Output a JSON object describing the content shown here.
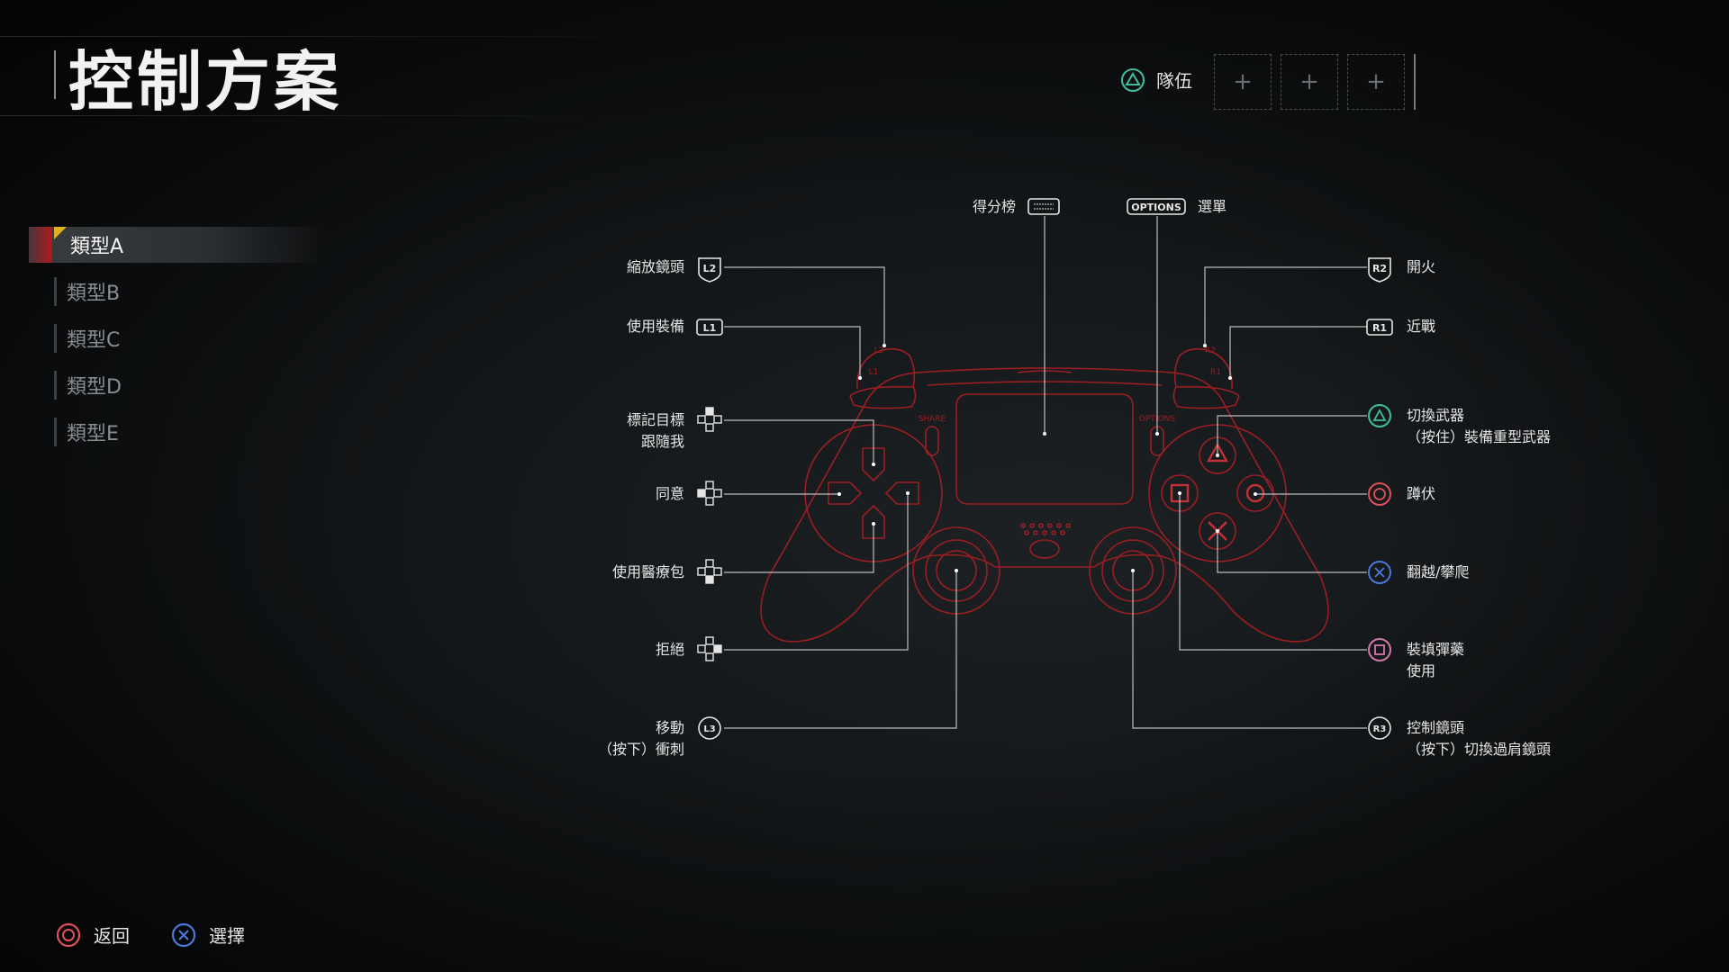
{
  "header": {
    "title": "控制方案"
  },
  "squad": {
    "label": "隊伍",
    "slots": [
      "+",
      "+",
      "+"
    ]
  },
  "sidebar": {
    "items": [
      {
        "label": "類型A"
      },
      {
        "label": "類型B"
      },
      {
        "label": "類型C"
      },
      {
        "label": "類型D"
      },
      {
        "label": "類型E"
      }
    ],
    "active": 0
  },
  "controller": {
    "top": {
      "scoreboard": "得分榜",
      "options_badge": "OPTIONS",
      "menu": "選單"
    },
    "pad_labels": {
      "share": "SHARE",
      "options": "OPTIONS",
      "l2": "L2",
      "l1": "L1",
      "r2": "R2",
      "r1": "R1"
    },
    "left": {
      "l2": {
        "badge": "L2",
        "text": "縮放鏡頭"
      },
      "l1": {
        "badge": "L1",
        "text": "使用裝備"
      },
      "dpad_up": {
        "line1": "標記目標",
        "line2": "跟隨我"
      },
      "dpad_left": {
        "text": "同意"
      },
      "dpad_down": {
        "text": "使用醫療包"
      },
      "dpad_right": {
        "text": "拒絕"
      },
      "l3": {
        "badge": "L3",
        "line1": "移動",
        "line2": "（按下）衝刺"
      }
    },
    "right": {
      "r2": {
        "badge": "R2",
        "text": "開火"
      },
      "r1": {
        "badge": "R1",
        "text": "近戰"
      },
      "triangle": {
        "line1": "切換武器",
        "line2": "（按住）裝備重型武器"
      },
      "circle": {
        "text": "蹲伏"
      },
      "cross": {
        "text": "翻越/攀爬"
      },
      "square": {
        "line1": "裝填彈藥",
        "line2": "使用"
      },
      "r3": {
        "badge": "R3",
        "line1": "控制鏡頭",
        "line2": "（按下）切換過肩鏡頭"
      }
    }
  },
  "footer": {
    "back": "返回",
    "select": "選擇"
  },
  "colors": {
    "outline": "#9a1e24",
    "line": "#c8c8c8",
    "triangle": "#3fbf9a",
    "circle": "#e0505a",
    "cross": "#4a7ad8",
    "square": "#d07aa8",
    "active_red": "#b3181c",
    "active_yellow": "#e0b020"
  }
}
